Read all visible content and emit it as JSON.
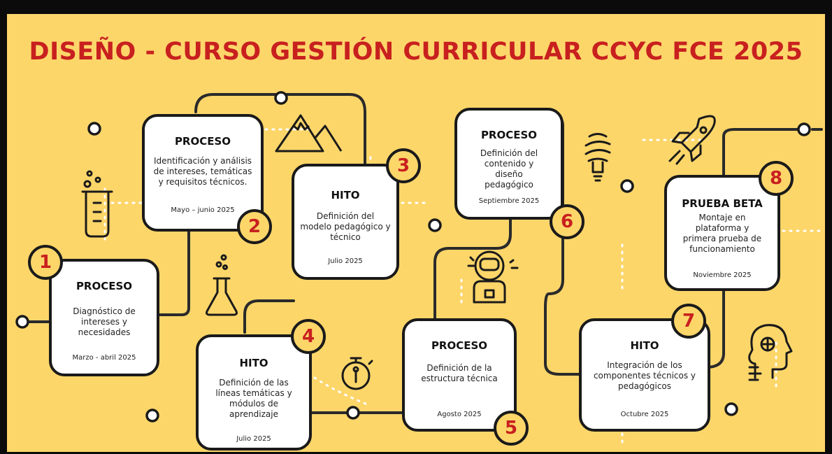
{
  "title": "DISEÑO - CURSO GESTIÓN CURRICULAR CCYC FCE 2025",
  "colors": {
    "background": "#fdd66a",
    "accent": "#c8201f",
    "line": "#2a2a2a",
    "card": "#ffffff",
    "frame": "#0b0b0b"
  },
  "steps": [
    {
      "number": "1",
      "type": "PROCESO",
      "description": "Diagnóstico de intereses y necesidades",
      "date": "Marzo - abril 2025"
    },
    {
      "number": "2",
      "type": "PROCESO",
      "description": "Identificación y análisis de intereses, temáticas y requisitos técnicos.",
      "date": "Mayo – junio 2025"
    },
    {
      "number": "3",
      "type": "HITO",
      "description": "Definición del modelo pedagógico y técnico",
      "date": "Julio 2025"
    },
    {
      "number": "4",
      "type": "HITO",
      "description": "Definición de las líneas temáticas y módulos de aprendizaje",
      "date": "Julio 2025"
    },
    {
      "number": "5",
      "type": "PROCESO",
      "description": "Definición de la estructura técnica",
      "date": "Agosto 2025"
    },
    {
      "number": "6",
      "type": "PROCESO",
      "description": "Definición del contenido y diseño pedagógico",
      "date": "Septiembre 2025"
    },
    {
      "number": "7",
      "type": "HITO",
      "description": "Integración de los componentes técnicos y pedagógicos",
      "date": "Octubre 2025"
    },
    {
      "number": "8",
      "type": "PRUEBA BETA",
      "description": "Montaje en plataforma y primera prueba de funcionamiento",
      "date": "Noviembre 2025"
    }
  ],
  "icons": [
    "beaker-icon",
    "mountain-icon",
    "flask-icon",
    "stopwatch-icon",
    "light-bulb-icon",
    "astronaut-icon",
    "rocket-icon",
    "ai-head-icon"
  ]
}
